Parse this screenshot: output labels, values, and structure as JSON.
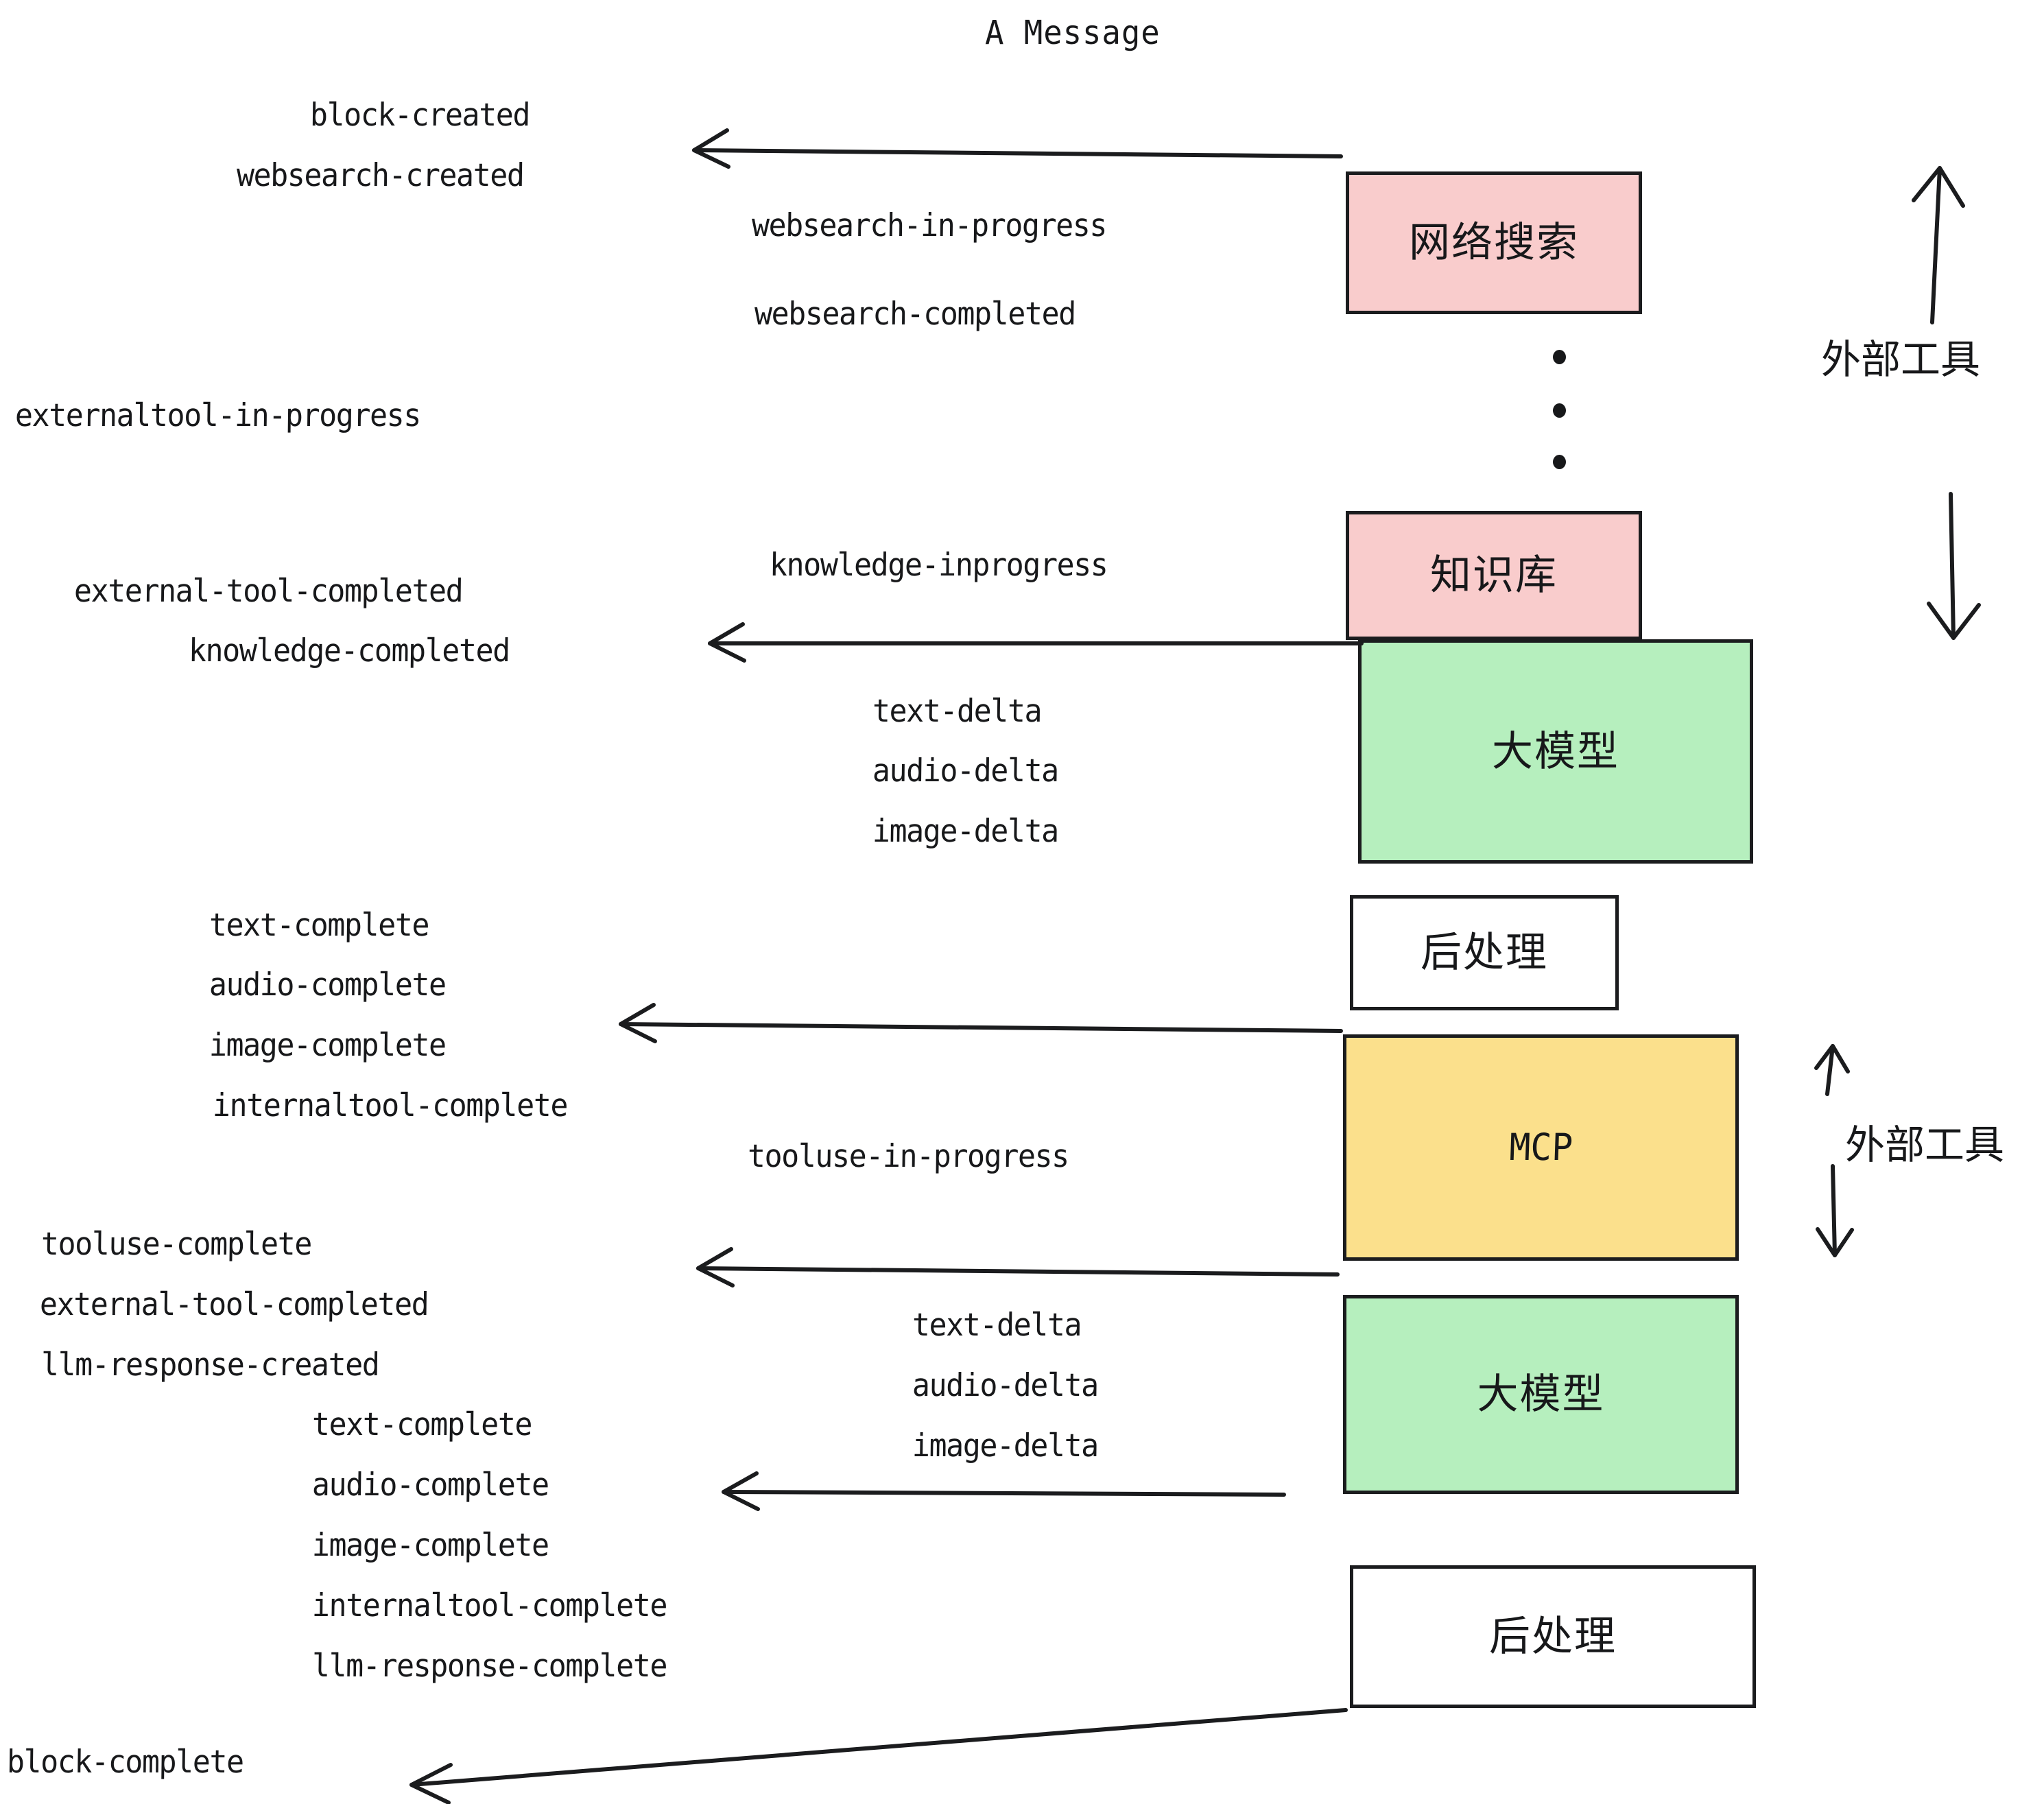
{
  "diagram": {
    "title": "A Message",
    "colors": {
      "pink": "#F9CCCC",
      "green": "#B6EFBE",
      "yellow": "#FBE08C",
      "white": "#FFFFFF",
      "stroke": "#1B1C1E",
      "text": "#17181A"
    },
    "boxes": [
      {
        "id": "websearch",
        "label": "网络搜索",
        "fill": "pink"
      },
      {
        "id": "knowledge",
        "label": "知识库",
        "fill": "pink"
      },
      {
        "id": "llm-top",
        "label": "大模型",
        "fill": "green"
      },
      {
        "id": "post-top",
        "label": "后处理",
        "fill": "white"
      },
      {
        "id": "mcp",
        "label": "MCP",
        "fill": "yellow"
      },
      {
        "id": "llm-bottom",
        "label": "大模型",
        "fill": "green"
      },
      {
        "id": "post-bottom",
        "label": "后处理",
        "fill": "white"
      }
    ],
    "side_labels": [
      {
        "id": "external-tools-top",
        "label": "外部工具"
      },
      {
        "id": "external-tools-bottom",
        "label": "外部工具"
      }
    ],
    "events": {
      "block_created": "block-created",
      "websearch_created": "websearch-created",
      "websearch_in_progress": "websearch-in-progress",
      "websearch_completed": "websearch-completed",
      "externaltool_in_progress": "externaltool-in-progress",
      "knowledge_inprogress": "knowledge-inprogress",
      "external_tool_completed_1": "external-tool-completed",
      "knowledge_completed": "knowledge-completed",
      "text_delta_1": "text-delta",
      "audio_delta_1": "audio-delta",
      "image_delta_1": "image-delta",
      "text_complete_1": "text-complete",
      "audio_complete_1": "audio-complete",
      "image_complete_1": "image-complete",
      "internaltool_complete_1": "internaltool-complete",
      "tooluse_in_progress": "tooluse-in-progress",
      "tooluse_complete": "tooluse-complete",
      "external_tool_completed_2": "external-tool-completed",
      "llm_response_created": "llm-response-created",
      "text_delta_2": "text-delta",
      "audio_delta_2": "audio-delta",
      "image_delta_2": "image-delta",
      "text_complete_2": "text-complete",
      "audio_complete_2": "audio-complete",
      "image_complete_2": "image-complete",
      "internaltool_complete_2": "internaltool-complete",
      "llm_response_complete": "llm-response-complete",
      "block_complete": "block-complete"
    }
  }
}
